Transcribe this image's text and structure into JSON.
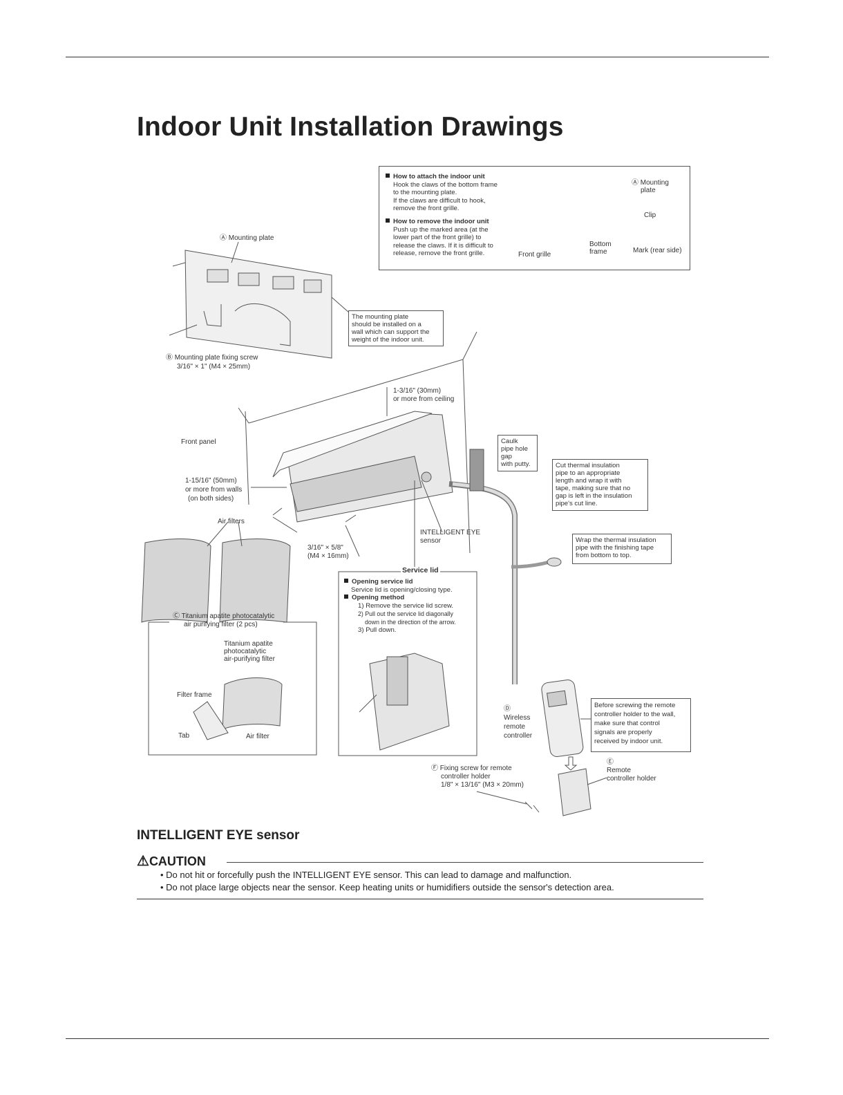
{
  "page": {
    "title": "Indoor Unit Installation Drawings"
  },
  "attach_box": {
    "h1": "How to attach the indoor unit",
    "p1": [
      "Hook the claws of the bottom frame",
      "to the mounting plate.",
      "If the claws are difficult to hook,",
      "remove the front grille."
    ],
    "h2": "How to remove the indoor unit",
    "p2": [
      "Push up the marked area (at the",
      "lower part of the front grille) to",
      "release the claws. If it is difficult to",
      "release, remove the front grille."
    ],
    "labels": {
      "mounting": "Ⓐ Mounting",
      "plate": "plate",
      "clip": "Clip",
      "bottom": "Bottom",
      "frame": "frame",
      "front_grille": "Front grille",
      "mark": "Mark (rear side)"
    }
  },
  "mounting_plate": {
    "label": "Ⓐ Mounting plate",
    "screw1": "Ⓑ Mounting plate fixing screw",
    "screw2": "3/16\" × 1\" (M4 × 25mm)",
    "note": [
      "The mounting plate",
      "should be installed on a",
      "wall which can support the",
      "weight of the indoor unit."
    ]
  },
  "unit": {
    "ceiling1": "1-3/16\" (30mm)",
    "ceiling2": "or more from ceiling",
    "front_panel": "Front panel",
    "walls1": "1-15/16\" (50mm)",
    "walls2": "or more from walls",
    "walls3": "(on both sides)",
    "air_filters": "Air filters",
    "screw1": "3/16\" × 5/8\"",
    "screw2": "(M4 × 16mm)",
    "eye1": "INTELLIGENT EYE",
    "eye2": "sensor",
    "caulk": [
      "Caulk",
      "pipe hole",
      "gap",
      "with putty."
    ],
    "cut": [
      "Cut thermal insulation",
      "pipe to an appropriate",
      "length and wrap it with",
      "tape, making sure that no",
      "gap is left in the insulation",
      "pipe's cut line."
    ],
    "wrap": [
      "Wrap the thermal insulation",
      "pipe with the finishing tape",
      "from bottom to top."
    ]
  },
  "filter_box": {
    "caption1": "Ⓒ Titanium apatite photocatalytic",
    "caption2": "air purifying filter (2 pcs)",
    "ti": [
      "Titanium apatite",
      "photocatalytic",
      "air-purifying filter"
    ],
    "frame": "Filter frame",
    "tab": "Tab",
    "air": "Air filter"
  },
  "service_lid": {
    "title": "Service lid",
    "h1": "Opening service lid",
    "p1": "Service lid is opening/closing type.",
    "h2": "Opening method",
    "steps": [
      "1) Remove the service lid screw.",
      "2) Pull out the service lid diagonally",
      "down in the direction of the arrow.",
      "3) Pull down."
    ]
  },
  "remote": {
    "wireless": [
      "Ⓓ",
      "Wireless",
      "remote",
      "controller"
    ],
    "note": [
      "Before screwing the remote",
      "controller holder to the wall,",
      "make sure that control",
      "signals are properly",
      "received by indoor unit."
    ],
    "holder": [
      "Ⓔ",
      "Remote",
      "controller holder"
    ],
    "fix": [
      "Ⓕ Fixing screw for remote",
      "controller holder",
      "1/8\" × 13/16\" (M3 × 20mm)"
    ]
  },
  "sensor_section": {
    "title": "INTELLIGENT EYE sensor",
    "caution": "CAUTION",
    "bullets": [
      "• Do not hit or forcefully push the INTELLIGENT EYE sensor. This can lead to damage and malfunction.",
      "• Do not place large objects near the sensor. Keep heating units or humidifiers outside the sensor's detection area."
    ]
  }
}
